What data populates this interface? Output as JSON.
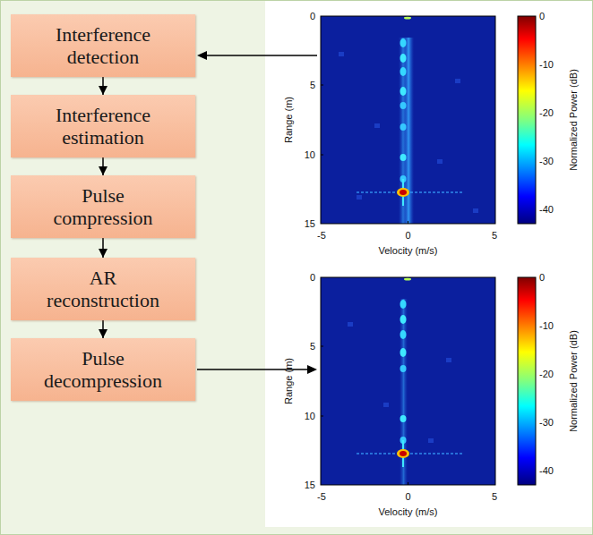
{
  "diagram": {
    "nodes": [
      {
        "text": [
          "Interference detection"
        ]
      },
      {
        "text": [
          "Interference estimation"
        ]
      },
      {
        "text": [
          "Pulse compression"
        ]
      },
      {
        "text": [
          "AR reconstruction"
        ]
      },
      {
        "text": [
          "Pulse decompression"
        ]
      }
    ],
    "edges": [
      {
        "from": 0,
        "to": 1,
        "arrow": "to"
      },
      {
        "from": 1,
        "to": 2,
        "arrow": "to"
      },
      {
        "from": 2,
        "to": 3,
        "arrow": "to"
      },
      {
        "from": 3,
        "to": 4,
        "arrow": "to"
      }
    ],
    "labels": [
      "0",
      "5",
      "10",
      "15",
      "-5",
      "0",
      "5",
      "Range (m)",
      "Velocity (m/s)",
      "0",
      "-10",
      "-20",
      "-30",
      "-40",
      "Normalized Power (dB)",
      "0",
      "5",
      "10",
      "15",
      "-5",
      "0",
      "5",
      "Range (m)",
      "Velocity (m/s)",
      "0",
      "-10",
      "-20",
      "-30",
      "-40",
      "Normalized Power (dB)"
    ]
  }
}
